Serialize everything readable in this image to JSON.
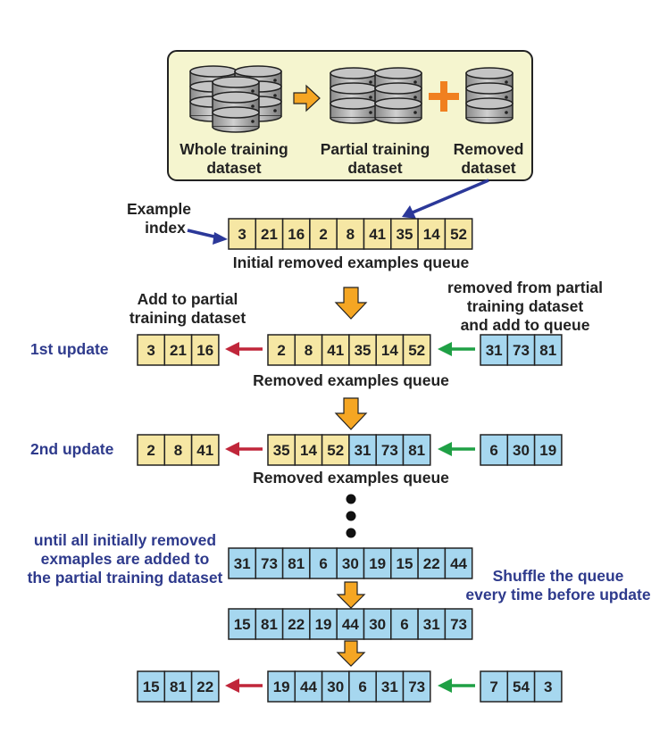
{
  "colors": {
    "panel_fill": "#f5f5cf",
    "yellow_cell": "#f6e7a4",
    "blue_cell": "#a6d7ef",
    "orange_arrow": "#f5a623",
    "plus": "#f08020",
    "red_arrow": "#c0263a",
    "green_arrow": "#1fa045",
    "navy_arrow": "#2b3899",
    "blue_text": "#2e3a8c"
  },
  "icons": [
    "database-icon",
    "right-arrow-icon",
    "plus-icon",
    "down-arrow-icon",
    "left-arrow-icon",
    "ellipsis-icon"
  ],
  "top_panel": {
    "whole_line1": "Whole training",
    "whole_line2": "dataset",
    "partial_line1": "Partial training",
    "partial_line2": "dataset",
    "removed_line1": "Removed",
    "removed_line2": "dataset"
  },
  "example_index": {
    "line1": "Example",
    "line2": "index"
  },
  "initial": {
    "cells": [
      "3",
      "21",
      "16",
      "2",
      "8",
      "41",
      "35",
      "14",
      "52"
    ],
    "caption": "Initial removed examples queue"
  },
  "add_label": {
    "line1": "Add to partial",
    "line2": "training dataset"
  },
  "removed_label": {
    "line1": "removed from partial",
    "line2": "training dataset",
    "line3": "and add to queue"
  },
  "update1": {
    "label": "1st update",
    "out": [
      "3",
      "21",
      "16"
    ],
    "queue": [
      "2",
      "8",
      "41",
      "35",
      "14",
      "52"
    ],
    "in": [
      "31",
      "73",
      "81"
    ],
    "caption": "Removed examples queue"
  },
  "update2": {
    "label": "2nd update",
    "out": [
      "2",
      "8",
      "41"
    ],
    "queue_yellow": [
      "35",
      "14",
      "52"
    ],
    "queue_blue": [
      "31",
      "73",
      "81"
    ],
    "in": [
      "6",
      "30",
      "19"
    ],
    "caption": "Removed examples queue"
  },
  "until_label": {
    "line1": "until all initially removed",
    "line2": "exmaples are added to",
    "line3": "the partial training dataset"
  },
  "shuffle_label": {
    "line1": "Shuffle the queue",
    "line2": "every time before update"
  },
  "final_queue": [
    "31",
    "73",
    "81",
    "6",
    "30",
    "19",
    "15",
    "22",
    "44"
  ],
  "shuffled_queue": [
    "15",
    "81",
    "22",
    "19",
    "44",
    "30",
    "6",
    "31",
    "73"
  ],
  "last": {
    "out": [
      "15",
      "81",
      "22"
    ],
    "queue": [
      "19",
      "44",
      "30",
      "6",
      "31",
      "73"
    ],
    "in": [
      "7",
      "54",
      "3"
    ]
  }
}
